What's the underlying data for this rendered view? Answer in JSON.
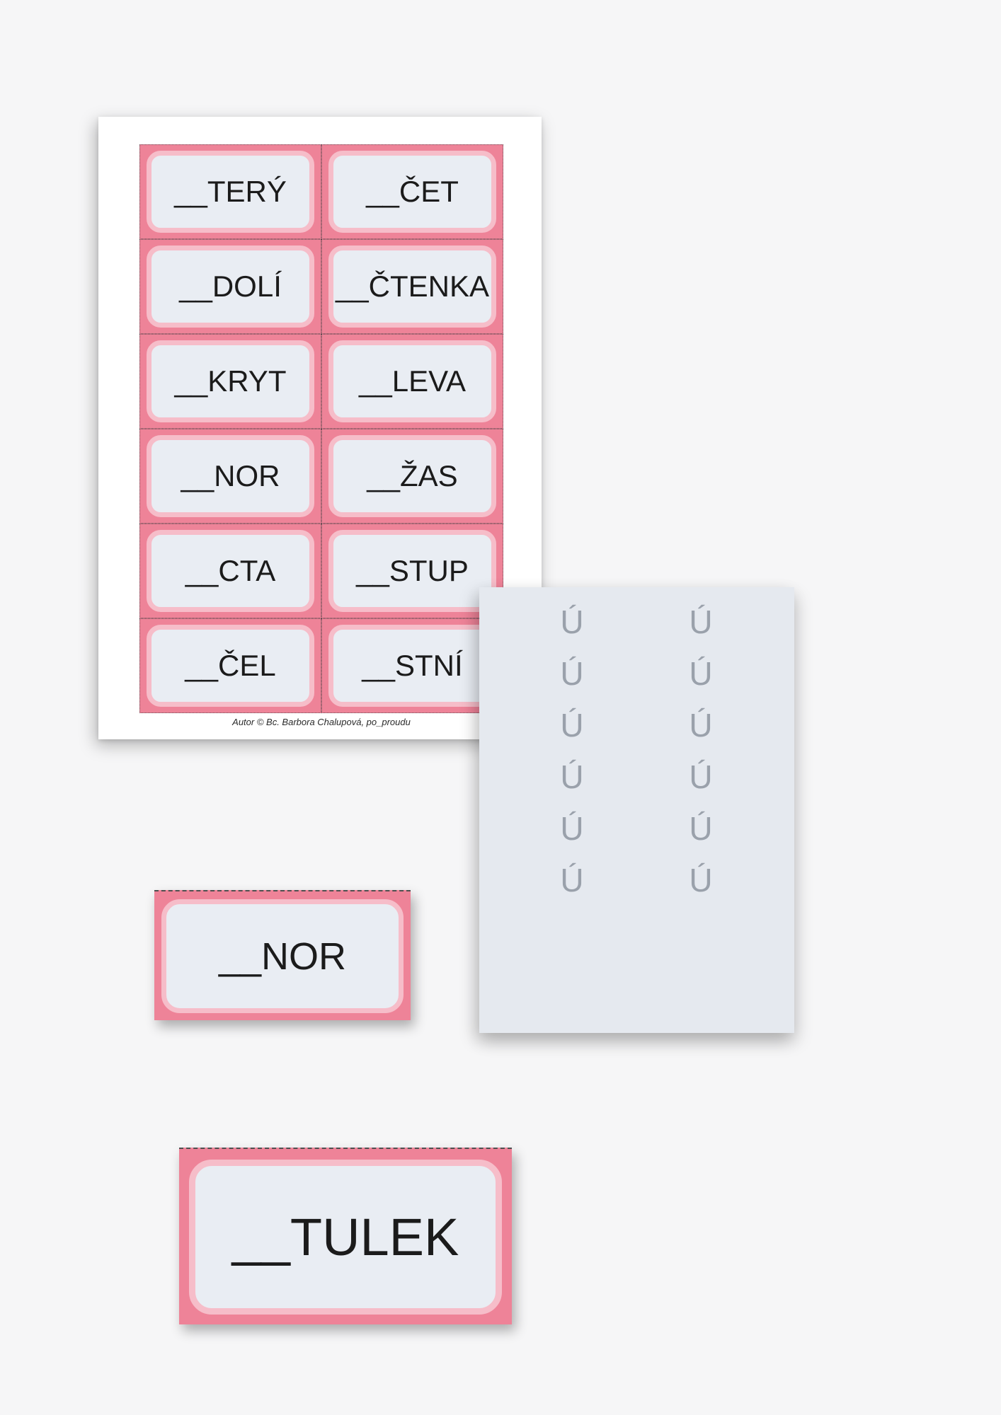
{
  "colors": {
    "background": "#f6f6f7",
    "page": "#ffffff",
    "card_frame_pink": "#ee8398",
    "card_ring_pink": "#f6bdc9",
    "card_fill": "#e9edf3",
    "cut_line": "#4f4f4f",
    "letter_gray": "#9aa1ab",
    "panel_gray": "#e5e9ef",
    "text": "#1b1b1b"
  },
  "page": {
    "cards": [
      "__TERÝ",
      "__ČET",
      "__DOLÍ",
      "__ČTENKA",
      "__KRYT",
      "__LEVA",
      "__NOR",
      "__ŽAS",
      "__CTA",
      "__STUP",
      "__ČEL",
      "__STNÍ"
    ],
    "footer": "Autor © Bc. Barbora Chalupová, po_proudu"
  },
  "letter_panel": {
    "letter": "Ú",
    "rows": 6,
    "columns": 2
  },
  "loose_cards": {
    "small": "__NOR",
    "large": "__TULEK"
  }
}
